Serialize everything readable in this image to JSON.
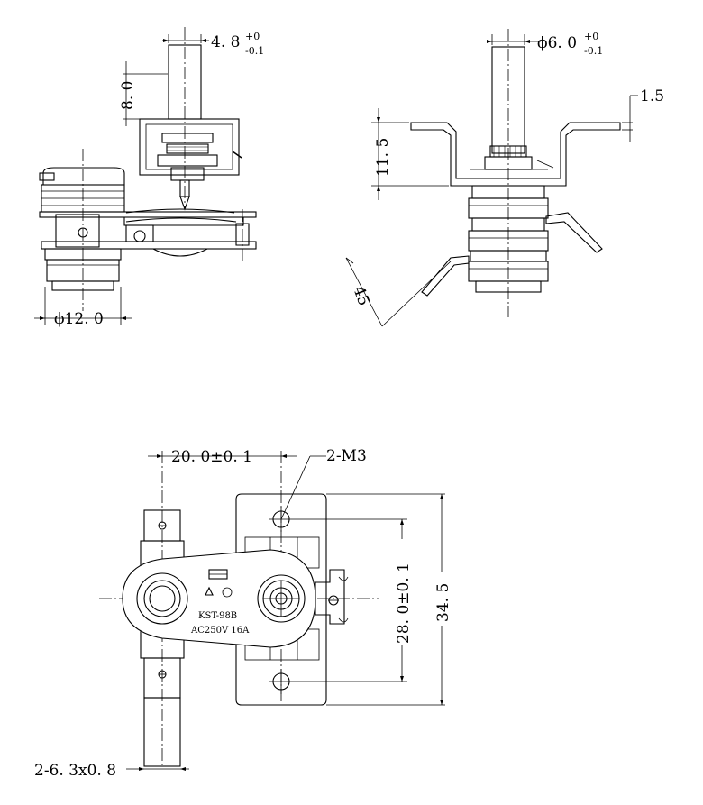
{
  "side_view": {
    "shaft_dia": "4. 8",
    "shaft_tol_upper": "+0",
    "shaft_tol_lower": "-0.1",
    "shaft_len": "8. 0",
    "base_dia": "ϕ12. 0"
  },
  "front_view": {
    "shaft_dia": "ϕ6. 0",
    "shaft_tol_upper": "+0",
    "shaft_tol_lower": "-0.1",
    "bracket_thickness": "1.5",
    "bracket_height": "11. 5",
    "terminal_angle": "45"
  },
  "top_view": {
    "hole_spacing_h": "20. 0±0. 1",
    "mount_holes": "2-M3",
    "hole_spacing_v": "28. 0±0. 1",
    "overall_height": "34. 5",
    "terminals": "2-6. 3x0. 8",
    "model": "KST-98B",
    "rating": "AC250V 16A"
  }
}
